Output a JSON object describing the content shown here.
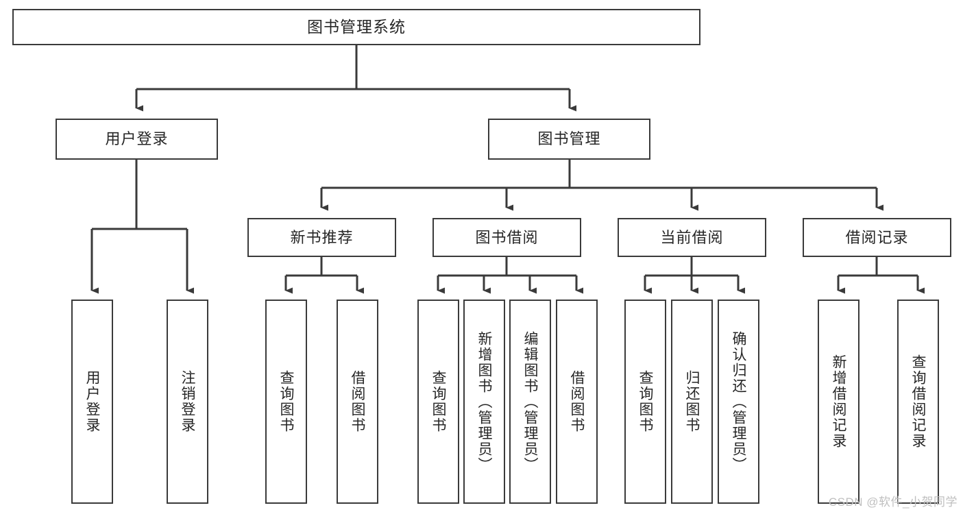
{
  "diagram": {
    "title": "图书管理系统",
    "type": "tree-hierarchy",
    "watermark": "CSDN @软件_小贺同学",
    "colors": {
      "line": "#3a3a3a",
      "box_border": "#3a3a3a",
      "box_fill": "#ffffff",
      "text": "#262626",
      "watermark": "#bfbfbf",
      "background": "#ffffff"
    },
    "nodes": {
      "root": {
        "label": "图书管理系统"
      },
      "level2": [
        {
          "label": "用户登录"
        },
        {
          "label": "图书管理"
        }
      ],
      "level3": [
        {
          "label": "新书推荐"
        },
        {
          "label": "图书借阅"
        },
        {
          "label": "当前借阅"
        },
        {
          "label": "借阅记录"
        }
      ],
      "leaves_user_login": [
        {
          "label": "用户登录"
        },
        {
          "label": "注销登录"
        }
      ],
      "leaves_new_book": [
        {
          "label": "查询图书"
        },
        {
          "label": "借阅图书"
        }
      ],
      "leaves_book_borrow": [
        {
          "label": "查询图书"
        },
        {
          "label": "新增图书（管理员）"
        },
        {
          "label": "编辑图书（管理员）"
        },
        {
          "label": "借阅图书"
        }
      ],
      "leaves_current_borrow": [
        {
          "label": "查询图书"
        },
        {
          "label": "归还图书"
        },
        {
          "label": "确认归还（管理员）"
        }
      ],
      "leaves_borrow_record": [
        {
          "label": "新增借阅记录"
        },
        {
          "label": "查询借阅记录"
        }
      ]
    }
  }
}
